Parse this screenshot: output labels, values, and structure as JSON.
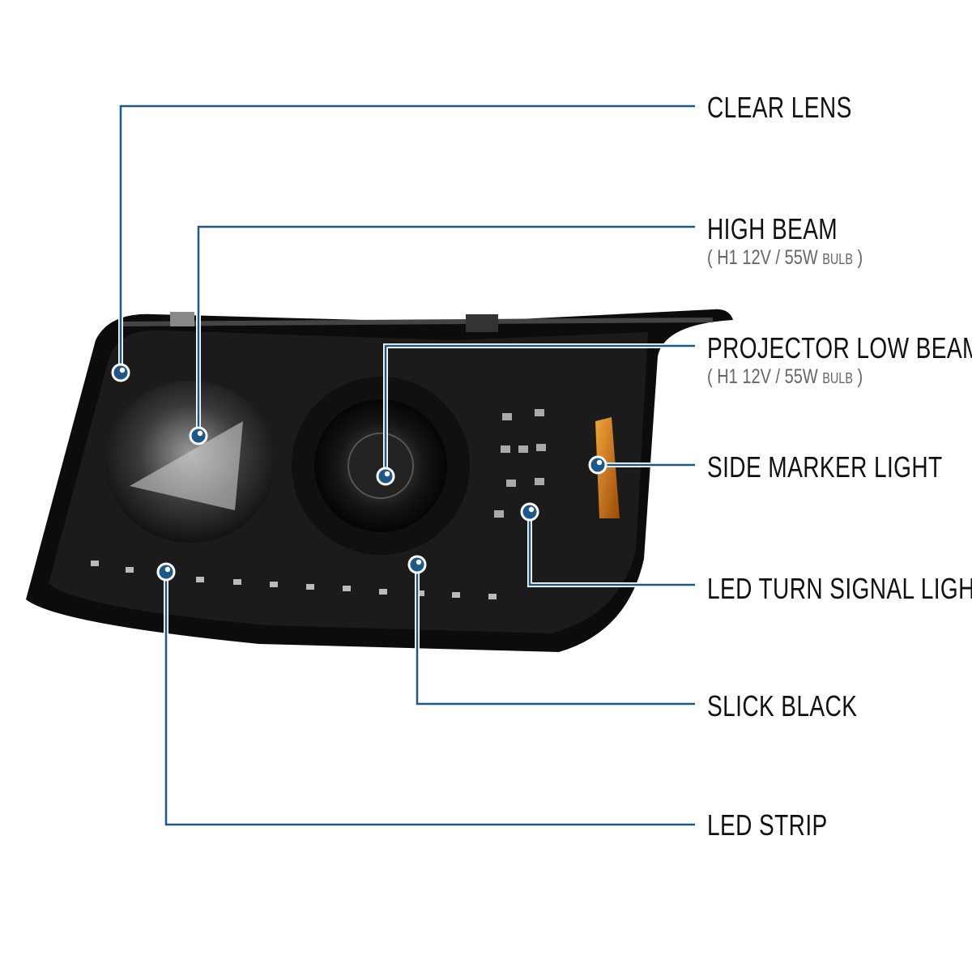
{
  "colors": {
    "callout_line": "#1c5889",
    "dot": "#1c5889",
    "label": "#111111",
    "sub_label": "#666666"
  },
  "callouts": [
    {
      "label": "CLEAR LENS"
    },
    {
      "label": "HIGH BEAM",
      "sub": {
        "open": "(",
        "spec": "H1  12V / 55W",
        "unit": "BULB",
        "close": ")"
      }
    },
    {
      "label": "PROJECTOR LOW BEAM",
      "sub": {
        "open": "(",
        "spec": "H1  12V / 55W",
        "unit": "BULB",
        "close": ")"
      }
    },
    {
      "label": "SIDE MARKER LIGHT"
    },
    {
      "label": "LED TURN SIGNAL LIGHT"
    },
    {
      "label": "SLICK BLACK"
    },
    {
      "label": "LED STRIP"
    }
  ]
}
